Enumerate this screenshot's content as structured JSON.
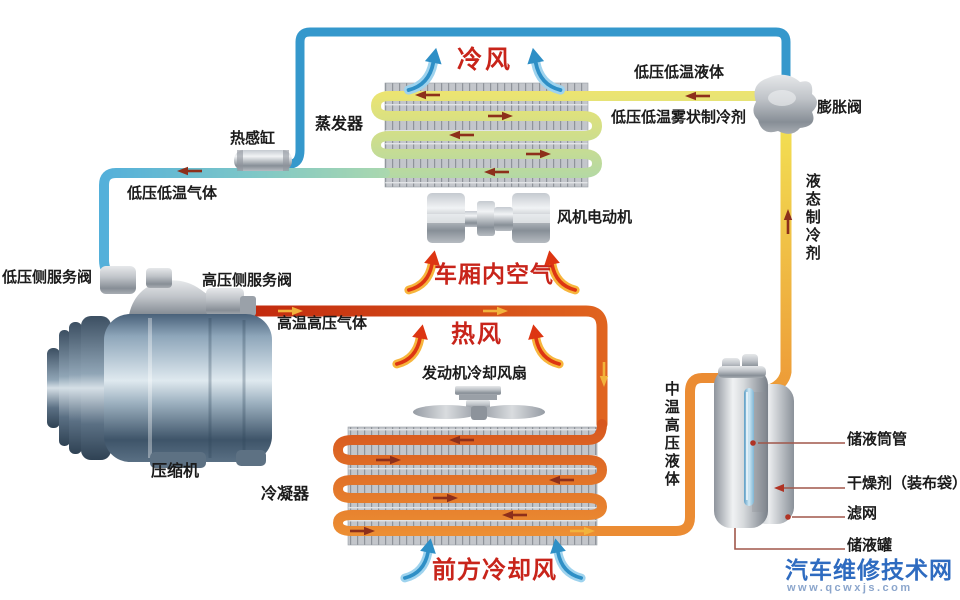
{
  "watermark": {
    "site_name": "汽车维修技术网",
    "site_url": "www.qcwxjs.com"
  },
  "airflow": {
    "cold_air": "冷风",
    "cabin_air": "车厢内空气",
    "hot_air": "热风",
    "front_cooling_air": "前方冷却风"
  },
  "components": {
    "evaporator": "蒸发器",
    "thermal_cylinder": "热感缸",
    "blower_motor": "风机电动机",
    "engine_cooling_fan": "发动机冷却风扇",
    "compressor": "压缩机",
    "condenser": "冷凝器",
    "expansion_valve": "膨胀阀",
    "low_side_service_valve": "低压侧服务阀",
    "high_side_service_valve": "高压侧服务阀",
    "receiver_tube": "储液筒管",
    "desiccant_bag": "干燥剂（装布袋）",
    "filter_screen": "滤网",
    "receiver_tank": "储液罐"
  },
  "refrigerant_states": {
    "low_pressure_low_temp_liquid": "低压低温液体",
    "low_pressure_low_temp_mist": "低压低温雾状制冷剂",
    "low_pressure_low_temp_gas": "低压低温气体",
    "high_temp_high_pressure_gas": "高温高压气体",
    "medium_temp_high_pressure_liquid": "中温高压液体",
    "liquid_refrigerant": "液态制冷剂"
  },
  "colors": {
    "label_red": "#c8241a",
    "watermark_blue": "#2e6bc0",
    "pipe_blue": "#3598cc",
    "pipe_yellow": "#f2e052",
    "pipe_orange": "#eb8c33",
    "pipe_red": "#c52c10",
    "coil_green": "#b2d8a6",
    "wind_cold": "#2e8fc6",
    "wind_hot": "#dd3512"
  }
}
